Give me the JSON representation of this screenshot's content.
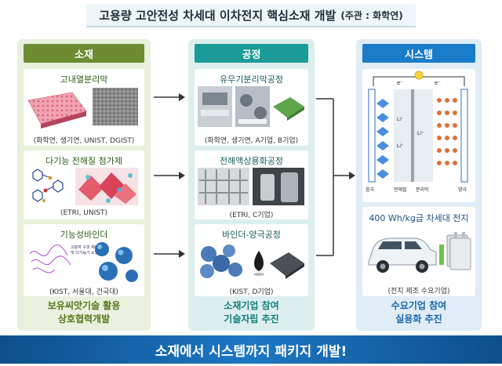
{
  "header": {
    "title": "고용량 고안전성 차세대 이차전지 핵심소재 개발",
    "subtitle": "(주관 : 화학연)"
  },
  "columns": [
    {
      "label": "소재",
      "cards": [
        {
          "title": "고내열분리막",
          "caption": "(화학연, 생기연, UNIST, DGIST)"
        },
        {
          "title": "다기능 전해질 첨가제",
          "caption": "(ETRI, UNIST)"
        },
        {
          "title": "기능성바인더",
          "caption": "(KIST, 서울대, 건국대)",
          "inset_text": [
            "고분자 구조 제어",
            "및 다기능기 도입"
          ]
        }
      ],
      "footer": [
        "보유씨앗기술 활용",
        "상호협력개발"
      ]
    },
    {
      "label": "공정",
      "cards": [
        {
          "title": "유무기분리막공정",
          "caption": "(화학연, 생기연, A기업, B기업)"
        },
        {
          "title": "전해액상용화공정",
          "caption": "(ETRI, C기업)"
        },
        {
          "title": "바인더-양극공정",
          "caption": "(KIST, D기업)"
        }
      ],
      "footer": [
        "소재기업 참여",
        "기술자립 추진"
      ]
    },
    {
      "label": "시스템",
      "cell_labels": {
        "electron": "e⁻",
        "lithium_ion": "Li⁺",
        "anode": "음극",
        "electrolyte": "전해질",
        "separator": "분리막",
        "cathode": "양극"
      },
      "cards": [
        {
          "title": "400 Wh/kg급 차세대 전지",
          "caption": "(전지 제조 수요기업)"
        }
      ],
      "footer": [
        "수요기업 참여",
        "실용화 추진"
      ]
    }
  ],
  "banner": "소재에서 시스템까지 패키지 개발!",
  "colors": {
    "material": "#6d8b30",
    "process": "#1b9b98",
    "system": "#1a7cc9",
    "banner": "#1d77c4"
  }
}
